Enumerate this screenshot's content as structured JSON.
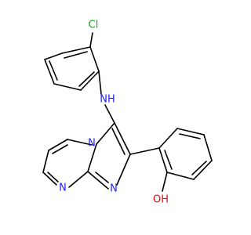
{
  "colors": {
    "carbon_bond": "#000000",
    "chlorine": "#1fa01f",
    "nitrogen": "#2020ff",
    "oxygen": "#ff0000",
    "background": "#ffffff"
  },
  "atom_labels": {
    "chlorine": "Cl",
    "amine": "NH",
    "bridge_n": "N",
    "ring_n": "N",
    "imidazole_n": "N",
    "hydroxyl": "OH"
  }
}
